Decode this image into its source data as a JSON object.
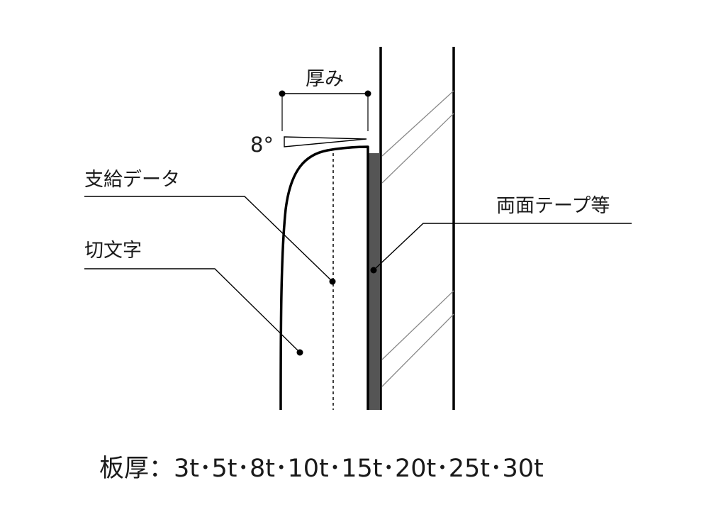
{
  "labels": {
    "thickness": "厚み",
    "angle": "8°",
    "support_data": "支給データ",
    "cut_letter": "切文字",
    "double_sided_tape": "両面テープ等"
  },
  "footer": {
    "plate_thickness": "板厚：3t･5t･8t･10t･15t･20t･25t･30t"
  },
  "colors": {
    "line": "#000000",
    "tape": "#555555",
    "hatch": "#888888",
    "text": "#1a1a1a"
  }
}
